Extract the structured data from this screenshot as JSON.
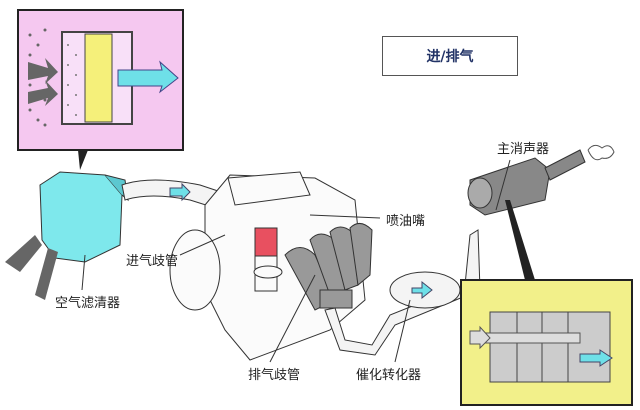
{
  "title": "进/排气",
  "labels": {
    "main_muffler": "主消声器",
    "injector": "喷油嘴",
    "intake_manifold": "进气歧管",
    "air_filter": "空气滤清器",
    "exhaust_manifold": "排气歧管",
    "catalytic_converter": "催化转化器"
  },
  "colors": {
    "air_filter": "#7ee8ec",
    "inset_bg": "#f5c8f0",
    "muffler_inset_bg": "#f2f08a",
    "filter_element": "#f5f07a",
    "flow_arrow": "#6ee0e8",
    "piston_hot": "#e85060"
  }
}
